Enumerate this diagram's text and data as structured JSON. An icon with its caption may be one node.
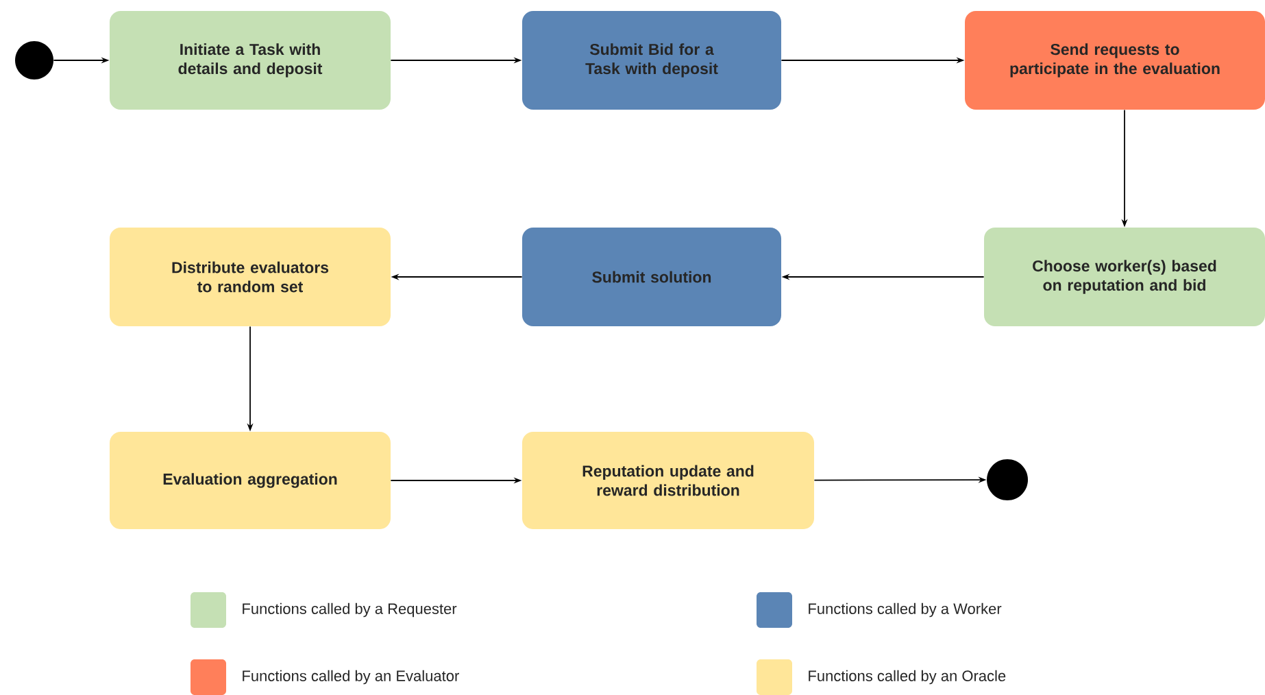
{
  "diagram": {
    "nodes": [
      {
        "text": [],
        "shape": "circle"
      },
      {
        "text": [
          "Initiate a Task with details and deposit"
        ]
      },
      {
        "text": [
          "Submit Bid for a Task with deposit"
        ]
      },
      {
        "text": [
          "Send requests to participate in the evaluation"
        ]
      },
      {
        "text": [
          "Choose worker(s) based on reputation and bid"
        ]
      },
      {
        "text": [
          "Submit solution"
        ]
      },
      {
        "text": [
          "Distribute evaluators to random set"
        ]
      },
      {
        "text": [
          "Evaluation aggregation"
        ]
      },
      {
        "text": [
          "Reputation update and reward distribution"
        ]
      },
      {
        "text": [],
        "shape": "circle"
      }
    ],
    "edges": [
      {
        "from": 0,
        "to": 1,
        "arrow": "to"
      },
      {
        "from": 1,
        "to": 2,
        "arrow": "to"
      },
      {
        "from": 2,
        "to": 3,
        "arrow": "to"
      },
      {
        "from": 3,
        "to": 4,
        "arrow": "to"
      },
      {
        "from": 4,
        "to": 5,
        "arrow": "to"
      },
      {
        "from": 5,
        "to": 6,
        "arrow": "to"
      },
      {
        "from": 6,
        "to": 7,
        "arrow": "to"
      },
      {
        "from": 7,
        "to": 8,
        "arrow": "to"
      },
      {
        "from": 8,
        "to": 9,
        "arrow": "to"
      }
    ],
    "legend": [
      {
        "text": "Functions called by a Requester",
        "color": "#c5e0b4"
      },
      {
        "text": "Functions called by a Worker",
        "color": "#5b85b5"
      },
      {
        "text": "Functions called by an Evaluator",
        "color": "#ff7f5a"
      },
      {
        "text": "Functions called by an Oracle",
        "color": "#ffe699"
      }
    ]
  }
}
